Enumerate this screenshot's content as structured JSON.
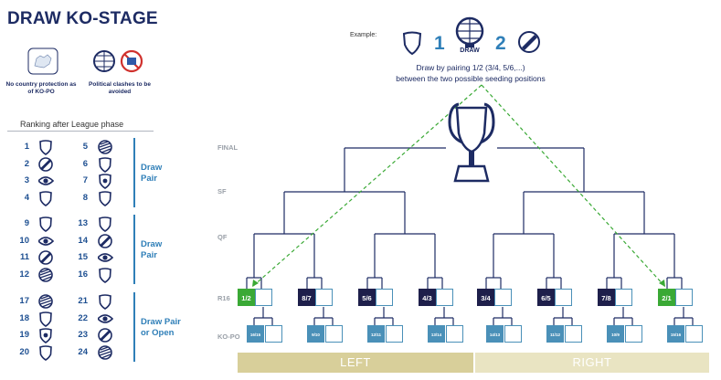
{
  "title": "DRAW KO-STAGE",
  "notes": {
    "country": "No country protection as of KO-PO",
    "political": "Political clashes to be avoided"
  },
  "example": {
    "label": "Example:",
    "left_num": "1",
    "right_num": "2",
    "draw_label": "DRAW",
    "line1": "Draw by pairing 1/2 (3/4, 5/6,...)",
    "line2": "between the two possible seeding positions"
  },
  "ranking": {
    "title": "Ranking after League phase",
    "groups": [
      {
        "label_lines": [
          "Draw",
          "Pair"
        ],
        "left": [
          {
            "n": "1",
            "icon": "shield-plain"
          },
          {
            "n": "2",
            "icon": "ball-stripe"
          },
          {
            "n": "3",
            "icon": "eye"
          },
          {
            "n": "4",
            "icon": "shield-plain"
          }
        ],
        "right": [
          {
            "n": "5",
            "icon": "ball-hatched"
          },
          {
            "n": "6",
            "icon": "shield-plain"
          },
          {
            "n": "7",
            "icon": "crest-star"
          },
          {
            "n": "8",
            "icon": "shield-plain"
          }
        ]
      },
      {
        "label_lines": [
          "Draw",
          "Pair"
        ],
        "left": [
          {
            "n": "9",
            "icon": "shield-plain"
          },
          {
            "n": "10",
            "icon": "eye"
          },
          {
            "n": "11",
            "icon": "ball-stripe"
          },
          {
            "n": "12",
            "icon": "ball-hatched"
          }
        ],
        "right": [
          {
            "n": "13",
            "icon": "shield-plain"
          },
          {
            "n": "14",
            "icon": "ball-stripe"
          },
          {
            "n": "15",
            "icon": "eye"
          },
          {
            "n": "16",
            "icon": "shield-plain"
          }
        ]
      },
      {
        "label_lines": [
          "Draw Pair",
          "or Open"
        ],
        "left": [
          {
            "n": "17",
            "icon": "ball-hatched"
          },
          {
            "n": "18",
            "icon": "shield-plain"
          },
          {
            "n": "19",
            "icon": "crest-star"
          },
          {
            "n": "20",
            "icon": "shield-plain"
          }
        ],
        "right": [
          {
            "n": "21",
            "icon": "shield-plain"
          },
          {
            "n": "22",
            "icon": "eye"
          },
          {
            "n": "23",
            "icon": "ball-stripe"
          },
          {
            "n": "24",
            "icon": "ball-hatched"
          }
        ]
      }
    ]
  },
  "stages": [
    "FINAL",
    "SF",
    "QF",
    "R16",
    "KO-PO"
  ],
  "r16": [
    {
      "label": "1/2",
      "color": "#3aa935"
    },
    {
      "label": "8/7",
      "color": "#1e1f4b"
    },
    {
      "label": "5/6",
      "color": "#1e1f4b"
    },
    {
      "label": "4/3",
      "color": "#1e1f4b"
    },
    {
      "label": "3/4",
      "color": "#1e1f4b"
    },
    {
      "label": "6/5",
      "color": "#1e1f4b"
    },
    {
      "label": "7/8",
      "color": "#1e1f4b"
    },
    {
      "label": "2/1",
      "color": "#3aa935"
    }
  ],
  "kopo": [
    "16/15",
    "9/10",
    "12/11",
    "13/14",
    "14/13",
    "11/12",
    "10/9",
    "15/16"
  ],
  "sides": {
    "left": "LEFT",
    "right": "RIGHT"
  },
  "colors": {
    "navy": "#1d2b63",
    "accent_blue": "#2f7fb8",
    "kopo_blue": "#4a90b8",
    "green": "#3aa935",
    "side_bar": "#d8cf9a",
    "empty_box_border": "#4a90b8"
  }
}
